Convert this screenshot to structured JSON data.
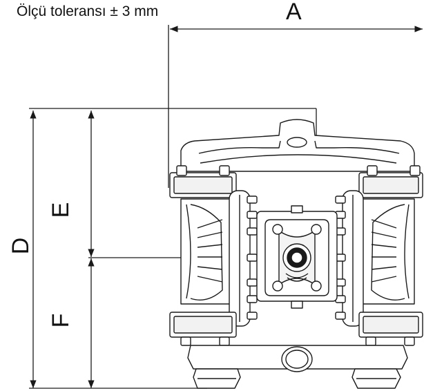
{
  "diagram": {
    "tolerance_note": "Ölçü toleransı ± 3 mm",
    "dimensions": {
      "a": "A",
      "d": "D",
      "e": "E",
      "f": "F"
    },
    "colors": {
      "line": "#1a1a1a",
      "fill": "#ffffff",
      "shade": "#e6e6e6"
    }
  }
}
